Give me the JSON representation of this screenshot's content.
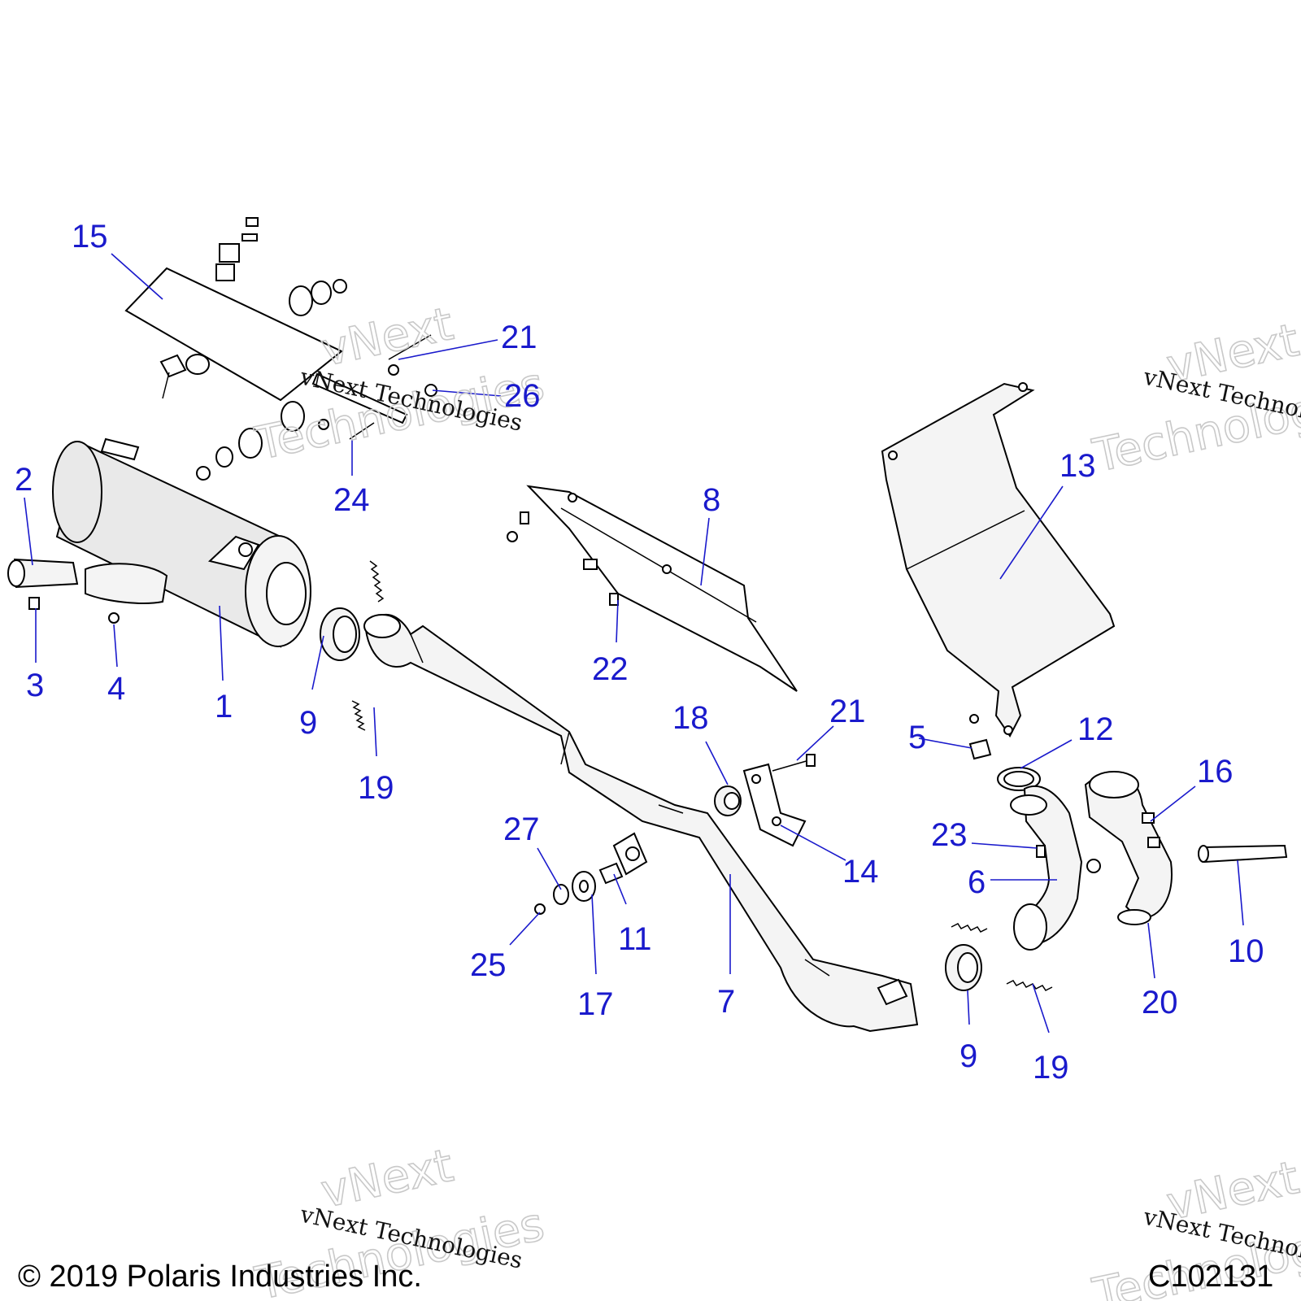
{
  "footer": {
    "copyright": "© 2019 Polaris Industries Inc.",
    "figure_code": "C102131"
  },
  "watermark": {
    "small": "vNext Technologies",
    "big_line1": "vNext",
    "big_line2": "Technologies"
  },
  "callouts": {
    "c1": "1",
    "c2": "2",
    "c3": "3",
    "c4": "4",
    "c5": "5",
    "c6": "6",
    "c7": "7",
    "c8": "8",
    "c9a": "9",
    "c9b": "9",
    "c10": "10",
    "c11": "11",
    "c12": "12",
    "c13": "13",
    "c14": "14",
    "c15": "15",
    "c16": "16",
    "c17": "17",
    "c18": "18",
    "c19a": "19",
    "c19b": "19",
    "c20": "20",
    "c21a": "21",
    "c21b": "21",
    "c22": "22",
    "c23": "23",
    "c24": "24",
    "c25": "25",
    "c26": "26",
    "c27": "27"
  },
  "colors": {
    "callout": "#1a1acc",
    "line": "#000000",
    "watermark": "#c9c9c9"
  }
}
